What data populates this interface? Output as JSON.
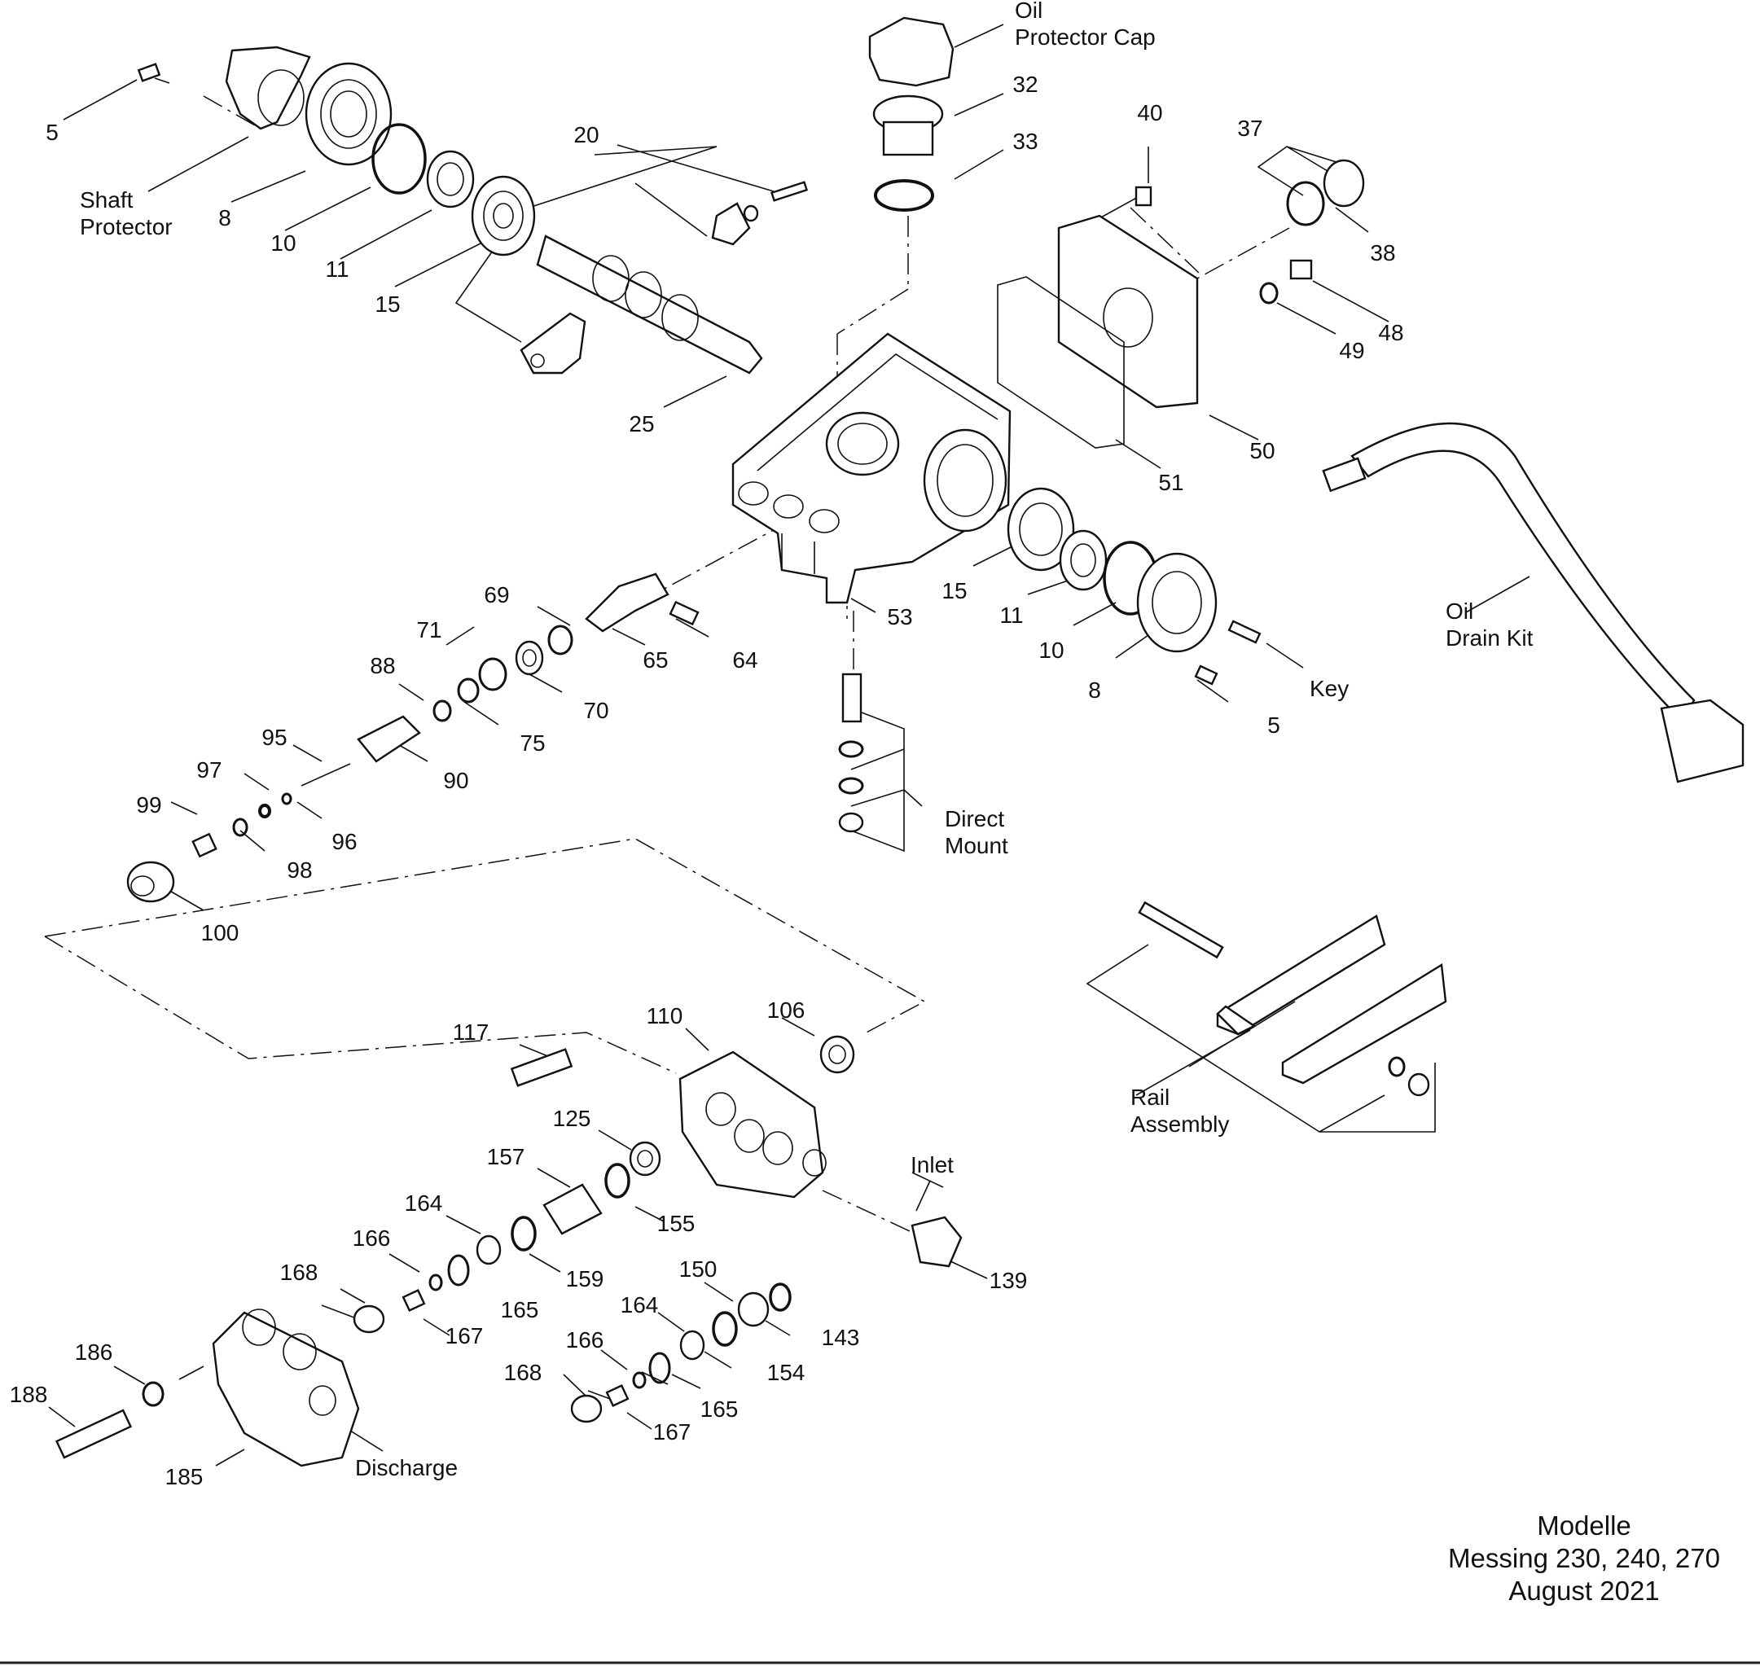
{
  "labels": {
    "n5_left": "5",
    "shaft_protector_1": "Shaft",
    "shaft_protector_2": "Protector",
    "n8_left": "8",
    "n10_left": "10",
    "n11_left": "11",
    "n15_left": "15",
    "n20": "20",
    "n25": "25",
    "oil_cap_1": "Oil",
    "oil_cap_2": "Protector Cap",
    "n32": "32",
    "n33": "33",
    "n40": "40",
    "n37": "37",
    "n38": "38",
    "n48": "48",
    "n49": "49",
    "n50": "50",
    "n51": "51",
    "n15_right": "15",
    "n11_right": "11",
    "n10_right": "10",
    "n8_right": "8",
    "n5_right": "5",
    "key": "Key",
    "n53": "53",
    "n64": "64",
    "n65": "65",
    "n69": "69",
    "n70": "70",
    "n71": "71",
    "n75": "75",
    "n88": "88",
    "n90": "90",
    "n95": "95",
    "n96": "96",
    "n97": "97",
    "n98": "98",
    "n99": "99",
    "n100": "100",
    "direct_mount_1": "Direct",
    "direct_mount_2": "Mount",
    "oil_drain_1": "Oil",
    "oil_drain_2": "Drain Kit",
    "rail_1": "Rail",
    "rail_2": "Assembly",
    "n117": "117",
    "n110": "110",
    "n106": "106",
    "n125": "125",
    "n157": "157",
    "n155": "155",
    "inlet": "Inlet",
    "n139": "139",
    "n164_a": "164",
    "n159": "159",
    "n166_a": "166",
    "n165_a": "165",
    "n168_a": "168",
    "n167_a": "167",
    "n150": "150",
    "n143": "143",
    "n164_b": "164",
    "n154": "154",
    "n166_b": "166",
    "n165_b": "165",
    "n168_b": "168",
    "n167_b": "167",
    "n186": "186",
    "n188": "188",
    "n185": "185",
    "discharge": "Discharge"
  },
  "footer": {
    "line1": "Modelle",
    "line2": "Messing 230, 240, 270",
    "line3": "August 2021"
  }
}
